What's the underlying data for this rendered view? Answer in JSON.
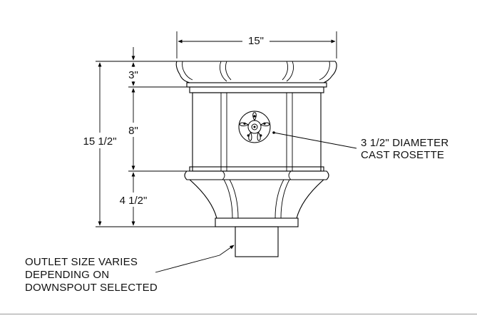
{
  "dimensions": {
    "top_width": "15\"",
    "total_height": "15 1/2\"",
    "collar_height": "3\"",
    "body_height": "8\"",
    "taper_height": "4 1/2\""
  },
  "callouts": {
    "rosette_line1": "3 1/2\" DIAMETER",
    "rosette_line2": "CAST ROSETTE",
    "outlet_line1": "OUTLET SIZE VARIES",
    "outlet_line2": "DEPENDING ON",
    "outlet_line3": "DOWNSPOUT SELECTED"
  }
}
